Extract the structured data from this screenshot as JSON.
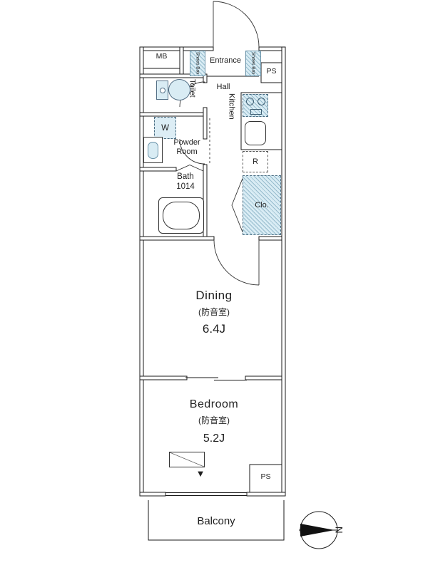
{
  "colors": {
    "wall": "#1a1a1a",
    "text": "#1f1f1f",
    "fixture_fill": "#d9ecf4",
    "hatch_line": "#6094ad"
  },
  "plan": {
    "mb": "MB",
    "shoes_box_left": "Shoes Box",
    "entrance": "Entrance",
    "shoes_box_right": "Shoes Box",
    "ps_top": "PS",
    "toilet": "Toilet",
    "hall": "Hall",
    "kitchen": "Kitchen",
    "washer": "W",
    "powder_room": "Powder Room",
    "bath": "Bath",
    "bath_model": "1014",
    "fridge": "R",
    "closet": "Clo.",
    "dining": {
      "name": "Dining",
      "soundproof": "(防音室)",
      "size": "6.4J"
    },
    "bedroom": {
      "name": "Bedroom",
      "soundproof": "(防音室)",
      "size": "5.2J"
    },
    "ps_bottom": "PS",
    "window_marker": "▼",
    "balcony": "Balcony",
    "compass_north": "N"
  }
}
